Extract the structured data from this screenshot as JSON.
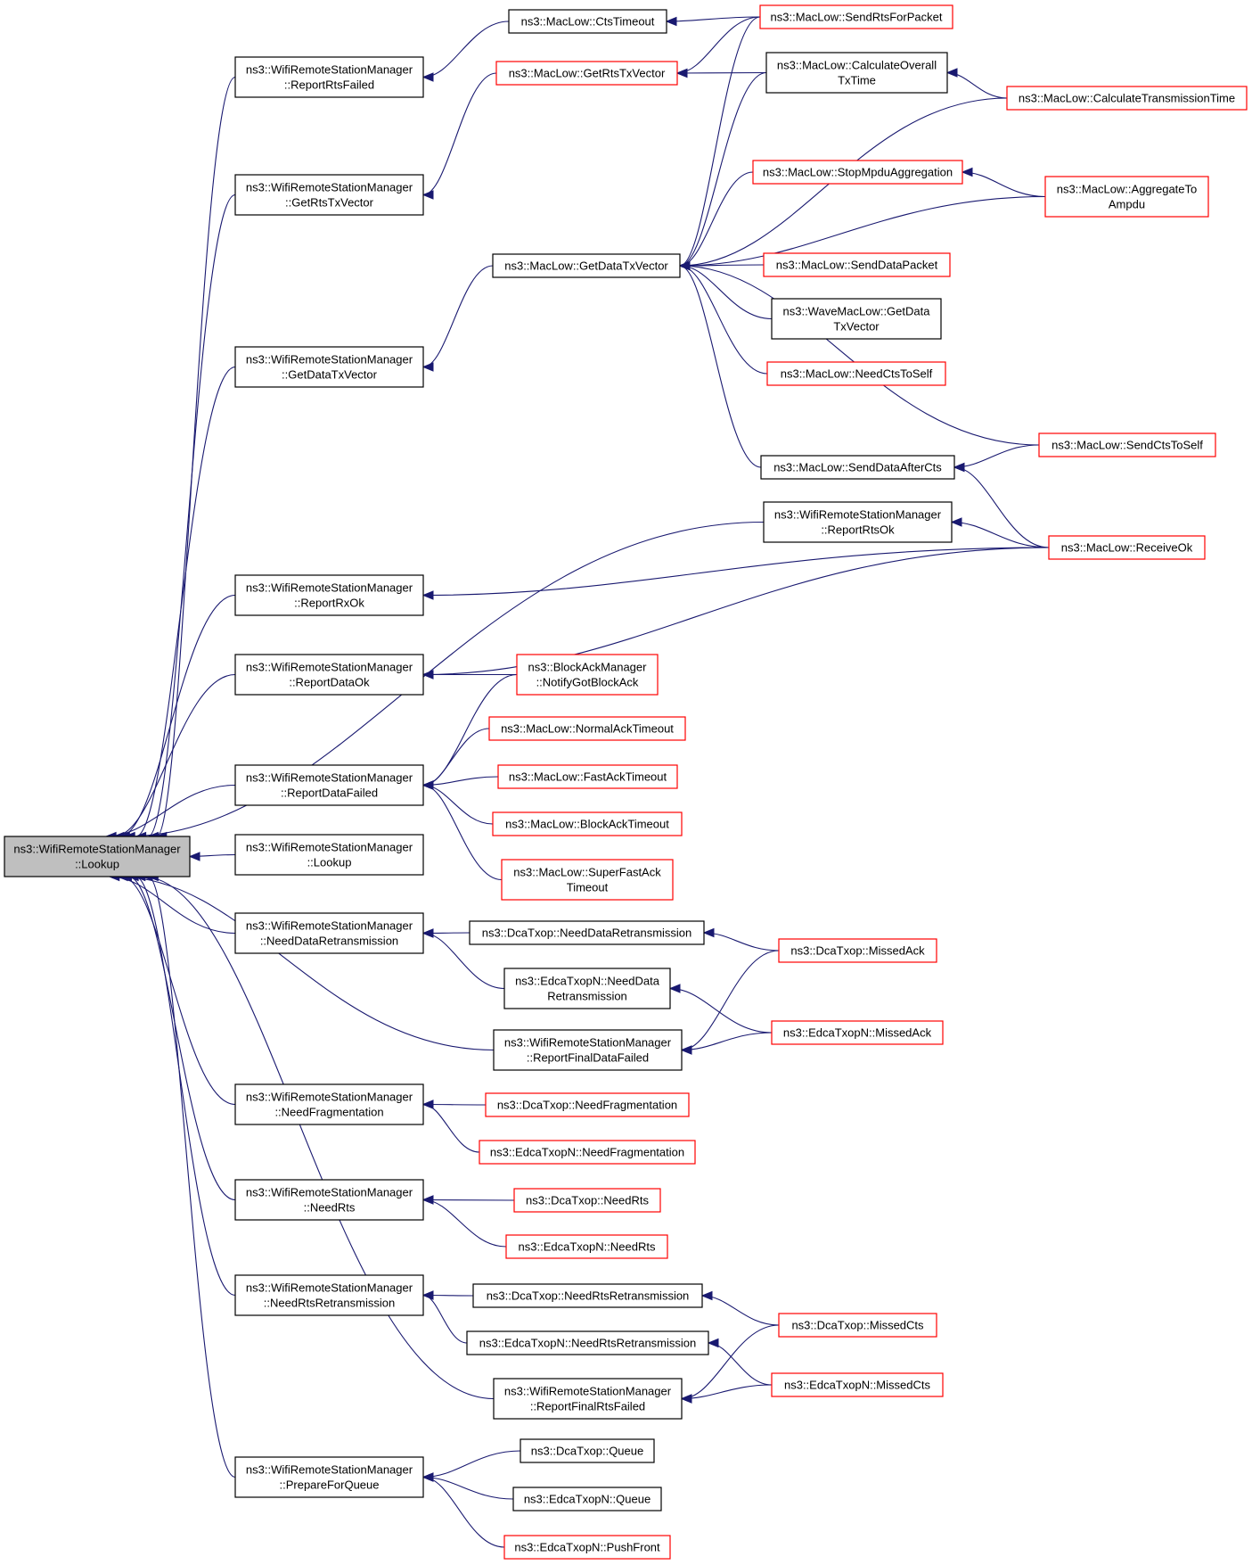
{
  "colors": {
    "edge": "#191970",
    "plain_border": "#000000",
    "linked_border": "#ff0000",
    "root_fill": "#bfbfbf",
    "node_fill": "#ffffff"
  },
  "nodes": [
    {
      "id": "root",
      "lines": [
        "ns3::WifiRemoteStationManager",
        "::Lookup"
      ],
      "kind": "root"
    },
    {
      "id": "reportRtsFailed",
      "lines": [
        "ns3::WifiRemoteStationManager",
        "::ReportRtsFailed"
      ],
      "kind": "plain"
    },
    {
      "id": "getRtsTxVectorMgr",
      "lines": [
        "ns3::WifiRemoteStationManager",
        "::GetRtsTxVector"
      ],
      "kind": "plain"
    },
    {
      "id": "getDataTxVectorMgr",
      "lines": [
        "ns3::WifiRemoteStationManager",
        "::GetDataTxVector"
      ],
      "kind": "plain"
    },
    {
      "id": "reportRxOk",
      "lines": [
        "ns3::WifiRemoteStationManager",
        "::ReportRxOk"
      ],
      "kind": "plain"
    },
    {
      "id": "reportDataOk",
      "lines": [
        "ns3::WifiRemoteStationManager",
        "::ReportDataOk"
      ],
      "kind": "plain"
    },
    {
      "id": "reportDataFailed",
      "lines": [
        "ns3::WifiRemoteStationManager",
        "::ReportDataFailed"
      ],
      "kind": "plain"
    },
    {
      "id": "lookup2",
      "lines": [
        "ns3::WifiRemoteStationManager",
        "::Lookup"
      ],
      "kind": "plain"
    },
    {
      "id": "needDataRetrans",
      "lines": [
        "ns3::WifiRemoteStationManager",
        "::NeedDataRetransmission"
      ],
      "kind": "plain"
    },
    {
      "id": "needFrag",
      "lines": [
        "ns3::WifiRemoteStationManager",
        "::NeedFragmentation"
      ],
      "kind": "plain"
    },
    {
      "id": "needRts",
      "lines": [
        "ns3::WifiRemoteStationManager",
        "::NeedRts"
      ],
      "kind": "plain"
    },
    {
      "id": "needRtsRetrans",
      "lines": [
        "ns3::WifiRemoteStationManager",
        "::NeedRtsRetransmission"
      ],
      "kind": "plain"
    },
    {
      "id": "prepareForQueue",
      "lines": [
        "ns3::WifiRemoteStationManager",
        "::PrepareForQueue"
      ],
      "kind": "plain"
    },
    {
      "id": "ctsTimeout",
      "lines": [
        "ns3::MacLow::CtsTimeout"
      ],
      "kind": "plain"
    },
    {
      "id": "getRtsTxVector",
      "lines": [
        "ns3::MacLow::GetRtsTxVector"
      ],
      "kind": "linked"
    },
    {
      "id": "getDataTxVector",
      "lines": [
        "ns3::MacLow::GetDataTxVector"
      ],
      "kind": "plain"
    },
    {
      "id": "sendDataAfterCts",
      "lines": [
        "ns3::MacLow::SendDataAfterCts"
      ],
      "kind": "plain"
    },
    {
      "id": "reportRtsOk",
      "lines": [
        "ns3::WifiRemoteStationManager",
        "::ReportRtsOk"
      ],
      "kind": "plain"
    },
    {
      "id": "notifyGotBlockAck",
      "lines": [
        "ns3::BlockAckManager",
        "::NotifyGotBlockAck"
      ],
      "kind": "linked"
    },
    {
      "id": "normalAckTimeout",
      "lines": [
        "ns3::MacLow::NormalAckTimeout"
      ],
      "kind": "linked"
    },
    {
      "id": "fastAckTimeout",
      "lines": [
        "ns3::MacLow::FastAckTimeout"
      ],
      "kind": "linked"
    },
    {
      "id": "blockAckTimeout",
      "lines": [
        "ns3::MacLow::BlockAckTimeout"
      ],
      "kind": "linked"
    },
    {
      "id": "superFastAckTimeout",
      "lines": [
        "ns3::MacLow::SuperFastAck",
        "Timeout"
      ],
      "kind": "linked"
    },
    {
      "id": "dcaNeedDataRetrans",
      "lines": [
        "ns3::DcaTxop::NeedDataRetransmission"
      ],
      "kind": "plain"
    },
    {
      "id": "edcaNeedDataRetrans",
      "lines": [
        "ns3::EdcaTxopN::NeedData",
        "Retransmission"
      ],
      "kind": "plain"
    },
    {
      "id": "reportFinalDataFailed",
      "lines": [
        "ns3::WifiRemoteStationManager",
        "::ReportFinalDataFailed"
      ],
      "kind": "plain"
    },
    {
      "id": "dcaNeedFrag",
      "lines": [
        "ns3::DcaTxop::NeedFragmentation"
      ],
      "kind": "linked"
    },
    {
      "id": "edcaNeedFrag",
      "lines": [
        "ns3::EdcaTxopN::NeedFragmentation"
      ],
      "kind": "linked"
    },
    {
      "id": "dcaNeedRts",
      "lines": [
        "ns3::DcaTxop::NeedRts"
      ],
      "kind": "linked"
    },
    {
      "id": "edcaNeedRts",
      "lines": [
        "ns3::EdcaTxopN::NeedRts"
      ],
      "kind": "linked"
    },
    {
      "id": "dcaNeedRtsRetrans",
      "lines": [
        "ns3::DcaTxop::NeedRtsRetransmission"
      ],
      "kind": "plain"
    },
    {
      "id": "edcaNeedRtsRetrans",
      "lines": [
        "ns3::EdcaTxopN::NeedRtsRetransmission"
      ],
      "kind": "plain"
    },
    {
      "id": "reportFinalRtsFailed",
      "lines": [
        "ns3::WifiRemoteStationManager",
        "::ReportFinalRtsFailed"
      ],
      "kind": "plain"
    },
    {
      "id": "dcaQueue",
      "lines": [
        "ns3::DcaTxop::Queue"
      ],
      "kind": "plain"
    },
    {
      "id": "edcaQueue",
      "lines": [
        "ns3::EdcaTxopN::Queue"
      ],
      "kind": "plain"
    },
    {
      "id": "edcaPushFront",
      "lines": [
        "ns3::EdcaTxopN::PushFront"
      ],
      "kind": "linked"
    },
    {
      "id": "sendRtsForPacket",
      "lines": [
        "ns3::MacLow::SendRtsForPacket"
      ],
      "kind": "linked"
    },
    {
      "id": "calcOverallTxTime",
      "lines": [
        "ns3::MacLow::CalculateOverall",
        "TxTime"
      ],
      "kind": "plain"
    },
    {
      "id": "calcTransmissionTime",
      "lines": [
        "ns3::MacLow::CalculateTransmissionTime"
      ],
      "kind": "linked"
    },
    {
      "id": "stopMpduAggregation",
      "lines": [
        "ns3::MacLow::StopMpduAggregation"
      ],
      "kind": "linked"
    },
    {
      "id": "aggregateToAmpdu",
      "lines": [
        "ns3::MacLow::AggregateTo",
        "Ampdu"
      ],
      "kind": "linked"
    },
    {
      "id": "sendDataPacket",
      "lines": [
        "ns3::MacLow::SendDataPacket"
      ],
      "kind": "linked"
    },
    {
      "id": "waveGetDataTxVector",
      "lines": [
        "ns3::WaveMacLow::GetData",
        "TxVector"
      ],
      "kind": "plain"
    },
    {
      "id": "needCtsToSelf",
      "lines": [
        "ns3::MacLow::NeedCtsToSelf"
      ],
      "kind": "linked"
    },
    {
      "id": "sendCtsToSelf",
      "lines": [
        "ns3::MacLow::SendCtsToSelf"
      ],
      "kind": "linked"
    },
    {
      "id": "receiveOk",
      "lines": [
        "ns3::MacLow::ReceiveOk"
      ],
      "kind": "linked"
    },
    {
      "id": "dcaMissedAck",
      "lines": [
        "ns3::DcaTxop::MissedAck"
      ],
      "kind": "linked"
    },
    {
      "id": "edcaMissedAck",
      "lines": [
        "ns3::EdcaTxopN::MissedAck"
      ],
      "kind": "linked"
    },
    {
      "id": "dcaMissedCts",
      "lines": [
        "ns3::DcaTxop::MissedCts"
      ],
      "kind": "linked"
    },
    {
      "id": "edcaMissedCts",
      "lines": [
        "ns3::EdcaTxopN::MissedCts"
      ],
      "kind": "linked"
    }
  ],
  "edges": [
    {
      "from": "reportRtsFailed",
      "to": "root"
    },
    {
      "from": "getRtsTxVectorMgr",
      "to": "root"
    },
    {
      "from": "getDataTxVectorMgr",
      "to": "root"
    },
    {
      "from": "reportRtsOk",
      "to": "root"
    },
    {
      "from": "reportRxOk",
      "to": "root"
    },
    {
      "from": "reportDataOk",
      "to": "root"
    },
    {
      "from": "reportDataFailed",
      "to": "root"
    },
    {
      "from": "lookup2",
      "to": "root"
    },
    {
      "from": "needDataRetrans",
      "to": "root"
    },
    {
      "from": "reportFinalDataFailed",
      "to": "root"
    },
    {
      "from": "needFrag",
      "to": "root"
    },
    {
      "from": "needRts",
      "to": "root"
    },
    {
      "from": "needRtsRetrans",
      "to": "root"
    },
    {
      "from": "reportFinalRtsFailed",
      "to": "root"
    },
    {
      "from": "prepareForQueue",
      "to": "root"
    },
    {
      "from": "ctsTimeout",
      "to": "reportRtsFailed"
    },
    {
      "from": "getRtsTxVector",
      "to": "getRtsTxVectorMgr"
    },
    {
      "from": "getDataTxVector",
      "to": "getDataTxVectorMgr"
    },
    {
      "from": "receiveOk",
      "to": "reportRxOk"
    },
    {
      "from": "receiveOk",
      "to": "reportDataOk"
    },
    {
      "from": "notifyGotBlockAck",
      "to": "reportDataOk"
    },
    {
      "from": "notifyGotBlockAck",
      "to": "reportDataFailed"
    },
    {
      "from": "normalAckTimeout",
      "to": "reportDataFailed"
    },
    {
      "from": "fastAckTimeout",
      "to": "reportDataFailed"
    },
    {
      "from": "blockAckTimeout",
      "to": "reportDataFailed"
    },
    {
      "from": "superFastAckTimeout",
      "to": "reportDataFailed"
    },
    {
      "from": "dcaNeedDataRetrans",
      "to": "needDataRetrans"
    },
    {
      "from": "edcaNeedDataRetrans",
      "to": "needDataRetrans"
    },
    {
      "from": "dcaNeedFrag",
      "to": "needFrag"
    },
    {
      "from": "edcaNeedFrag",
      "to": "needFrag"
    },
    {
      "from": "dcaNeedRts",
      "to": "needRts"
    },
    {
      "from": "edcaNeedRts",
      "to": "needRts"
    },
    {
      "from": "dcaNeedRtsRetrans",
      "to": "needRtsRetrans"
    },
    {
      "from": "edcaNeedRtsRetrans",
      "to": "needRtsRetrans"
    },
    {
      "from": "dcaQueue",
      "to": "prepareForQueue"
    },
    {
      "from": "edcaQueue",
      "to": "prepareForQueue"
    },
    {
      "from": "edcaPushFront",
      "to": "prepareForQueue"
    },
    {
      "from": "sendRtsForPacket",
      "to": "ctsTimeout"
    },
    {
      "from": "sendRtsForPacket",
      "to": "getRtsTxVector"
    },
    {
      "from": "calcOverallTxTime",
      "to": "getRtsTxVector"
    },
    {
      "from": "sendRtsForPacket",
      "to": "getDataTxVector"
    },
    {
      "from": "calcOverallTxTime",
      "to": "getDataTxVector"
    },
    {
      "from": "calcTransmissionTime",
      "to": "getDataTxVector"
    },
    {
      "from": "stopMpduAggregation",
      "to": "getDataTxVector"
    },
    {
      "from": "aggregateToAmpdu",
      "to": "getDataTxVector"
    },
    {
      "from": "sendDataPacket",
      "to": "getDataTxVector"
    },
    {
      "from": "waveGetDataTxVector",
      "to": "getDataTxVector"
    },
    {
      "from": "needCtsToSelf",
      "to": "getDataTxVector"
    },
    {
      "from": "sendCtsToSelf",
      "to": "getDataTxVector"
    },
    {
      "from": "sendDataAfterCts",
      "to": "getDataTxVector"
    },
    {
      "from": "calcTransmissionTime",
      "to": "calcOverallTxTime"
    },
    {
      "from": "aggregateToAmpdu",
      "to": "stopMpduAggregation"
    },
    {
      "from": "sendCtsToSelf",
      "to": "sendDataAfterCts"
    },
    {
      "from": "receiveOk",
      "to": "sendDataAfterCts"
    },
    {
      "from": "receiveOk",
      "to": "reportRtsOk"
    },
    {
      "from": "dcaMissedAck",
      "to": "dcaNeedDataRetrans"
    },
    {
      "from": "edcaMissedAck",
      "to": "edcaNeedDataRetrans"
    },
    {
      "from": "dcaMissedAck",
      "to": "reportFinalDataFailed"
    },
    {
      "from": "edcaMissedAck",
      "to": "reportFinalDataFailed"
    },
    {
      "from": "dcaMissedCts",
      "to": "dcaNeedRtsRetrans"
    },
    {
      "from": "edcaMissedCts",
      "to": "edcaNeedRtsRetrans"
    },
    {
      "from": "dcaMissedCts",
      "to": "reportFinalRtsFailed"
    },
    {
      "from": "edcaMissedCts",
      "to": "reportFinalRtsFailed"
    }
  ]
}
